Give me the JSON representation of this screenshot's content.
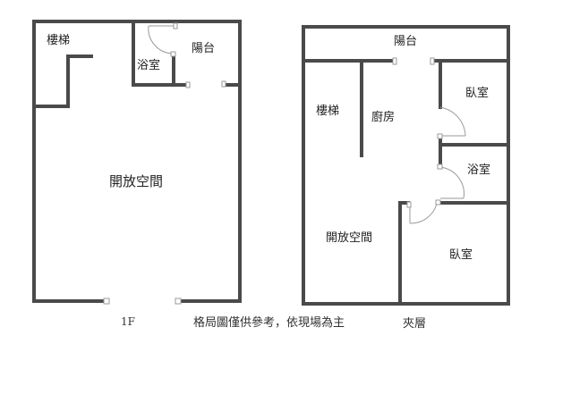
{
  "colors": {
    "wall": "#4a4a4a",
    "door": "#9a9a9a",
    "text": "#222222"
  },
  "plan_1f": {
    "rooms": {
      "stairs": "樓梯",
      "bathroom": "浴室",
      "balcony": "陽台",
      "open_space": "開放空間"
    },
    "caption": "1F"
  },
  "plan_mezzanine": {
    "rooms": {
      "balcony": "陽台",
      "bedroom_top": "臥室",
      "stairs": "樓梯",
      "kitchen": "廚房",
      "bathroom": "浴室",
      "open_space": "開放空間",
      "bedroom_bottom": "臥室"
    },
    "caption": "夾層"
  },
  "footer_note": "格局圖僅供參考，依現場為主"
}
